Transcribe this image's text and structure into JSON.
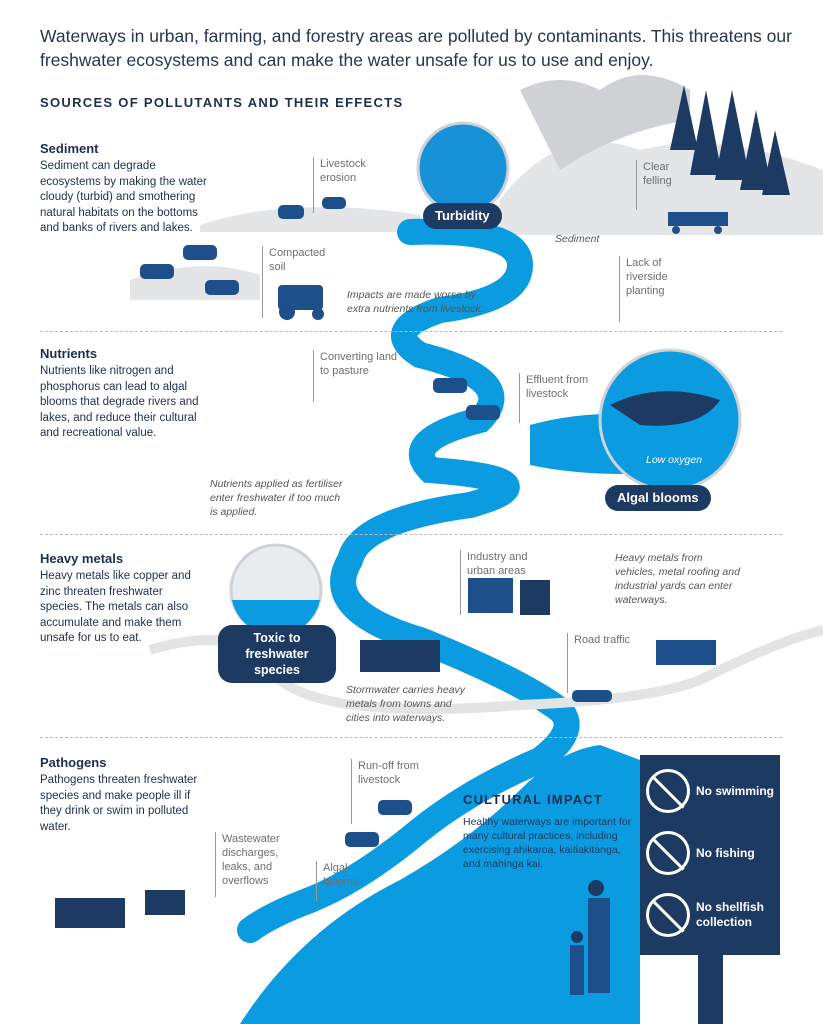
{
  "intro": "Waterways in urban, farming, and forestry areas are polluted by contaminants. This threatens our freshwater ecosystems and can make the water unsafe for us to use and enjoy.",
  "section_title": "SOURCES OF POLLUTANTS AND THEIR EFFECTS",
  "colors": {
    "navy": "#1d3a63",
    "river": "#0a9be0",
    "grey": "#d9dadc"
  },
  "sections": [
    {
      "heading": "Sediment",
      "body": "Sediment can degrade ecosystems by making the water cloudy (turbid) and smothering natural habitats on the bottoms and banks of rivers and lakes."
    },
    {
      "heading": "Nutrients",
      "body": "Nutrients like nitrogen and phosphorus can lead to algal blooms that degrade rivers and lakes, and reduce their cultural and recreational value."
    },
    {
      "heading": "Heavy metals",
      "body": "Heavy metals like copper and zinc threaten freshwater species. The metals can also accumulate and make them unsafe for us to eat."
    },
    {
      "heading": "Pathogens",
      "body": "Pathogens threaten freshwater species and make people ill if they drink or swim in polluted water."
    }
  ],
  "labels": {
    "livestock_erosion": "Livestock erosion",
    "compacted_soil": "Compacted soil",
    "clear_felling": "Clear felling",
    "sediment": "Sediment",
    "lack_planting": "Lack of riverside planting",
    "impacts_worse": "Impacts are made worse by extra nutrients from livestock.",
    "turbidity": "Turbidity",
    "converting_land": "Converting land to pasture",
    "effluent": "Effluent from livestock",
    "low_oxygen": "Low oxygen",
    "algal_blooms_badge": "Algal blooms",
    "nutrients_applied": "Nutrients applied as fertiliser enter freshwater if too much is applied.",
    "industry": "Industry and urban areas",
    "heavy_metals_note": "Heavy metals from vehicles, metal roofing and industrial yards can enter waterways.",
    "toxic": "Toxic to freshwater species",
    "road_traffic": "Road traffic",
    "stormwater": "Stormwater carries heavy metals from towns and cities into waterways.",
    "runoff": "Run-off from livestock",
    "wastewater": "Wastewater discharges, leaks, and overflows",
    "algal_blooms": "Algal blooms"
  },
  "cultural": {
    "title": "CULTURAL IMPACT",
    "body": "Healthy waterways are important for many cultural practices, including exercising ahikaroa, kaitiakitanga, and mahinga kai."
  },
  "sign": [
    {
      "icon": "no-swimming-icon",
      "label": "No swimming"
    },
    {
      "icon": "no-fishing-icon",
      "label": "No fishing"
    },
    {
      "icon": "no-shellfish-icon",
      "label": "No shellfish collection"
    }
  ]
}
